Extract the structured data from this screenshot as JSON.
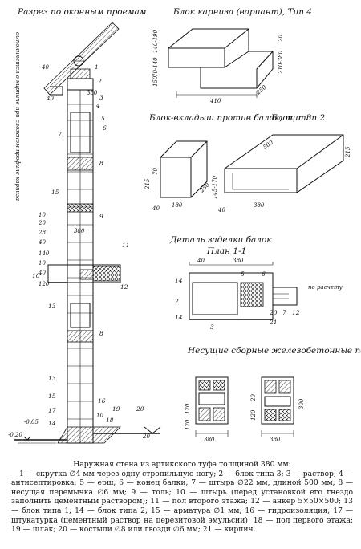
{
  "section": {
    "title": "Разрез по оконным проемам",
    "side_note": "выполняется в кирпиче при сложном профиле карниза",
    "dims": [
      "40",
      "380",
      "40",
      "10",
      "20",
      "28",
      "40",
      "380",
      "140",
      "10",
      "40",
      "120",
      "-0,05",
      "-0,20",
      "10",
      "20"
    ],
    "callouts": [
      "1",
      "2",
      "3",
      "4",
      "5",
      "6",
      "7",
      "8",
      "15",
      "9",
      "11",
      "12",
      "10",
      "13",
      "8",
      "13",
      "15",
      "17",
      "14",
      "16",
      "19",
      "18",
      "20"
    ]
  },
  "cornice": {
    "title": "Блок карниза (вариант), Тип 4",
    "dims": [
      "140-190",
      "70-140",
      "150",
      "410",
      "250",
      "210-380",
      "20"
    ]
  },
  "insert_block": {
    "title": "Блок-вкладыш против балок, тип 3",
    "dims": [
      "70",
      "215",
      "250",
      "180",
      "40"
    ]
  },
  "block2": {
    "title": "Блок, тип 2",
    "dims": [
      "500",
      "145-170",
      "40",
      "380",
      "215"
    ]
  },
  "detail": {
    "title": "Деталь заделки балок",
    "subtitle": "План 1-1",
    "dims": [
      "40",
      "380"
    ],
    "callouts": [
      "14",
      "2",
      "14",
      "3",
      "5",
      "6",
      "20",
      "21",
      "12",
      "7"
    ],
    "note": "по расчету"
  },
  "lintels": {
    "title": "Несущие сборные железобетонные перемычки",
    "dims": [
      "120",
      "120",
      "380",
      "20",
      "120",
      "300",
      "380"
    ]
  },
  "caption": {
    "title": "Наружная стена из артикского туфа толщиной 380 мм:",
    "legend": "1 — скрутка ∅4 мм через одну стропильную ногу; 2 — блок типа 3; 3 — раствор; 4 — антисептировка; 5 — ерш; 6 — конец балки; 7 — штырь ∅22 мм, длиной 500 мм; 8 — несущая перемычка ∅6 мм; 9 — толь; 10 — штырь (перед установкой его гнездо заполнить цементным раствором); 11 — пол второго этажа; 12 — анкер 5×50×500; 13 — блок типа 1; 14 — блок типа 2; 15 — арматура ∅1 мм; 16 — гидроизоляция; 17 — штукатурка (цементный раствор на церезитовой эмульсии); 18 — пол первого этажа; 19 — шлак; 20 — костыли ∅8 или гвозди ∅6 мм; 21 — кирпич."
  }
}
